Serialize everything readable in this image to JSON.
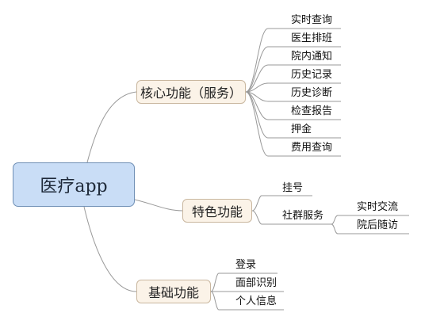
{
  "root": {
    "label": "医疗app"
  },
  "branches": {
    "core": {
      "label": "核心功能（服务）",
      "items": [
        "实时查询",
        "医生排班",
        "院内通知",
        "历史记录",
        "历史诊断",
        "检查报告",
        "押金",
        "费用查询"
      ]
    },
    "feature": {
      "label": "特色功能",
      "items": [
        "挂号",
        "社群服务"
      ],
      "community": {
        "items": [
          "实时交流",
          "院后随访"
        ]
      }
    },
    "basic": {
      "label": "基础功能",
      "items": [
        "登录",
        "面部识别",
        "个人信息"
      ]
    }
  },
  "colors": {
    "root_fill": "#c9ddf6",
    "root_border": "#6f8fb5",
    "branch_fill": "#fbf3e8",
    "branch_border": "#c9b79f",
    "connector": "#999999"
  }
}
